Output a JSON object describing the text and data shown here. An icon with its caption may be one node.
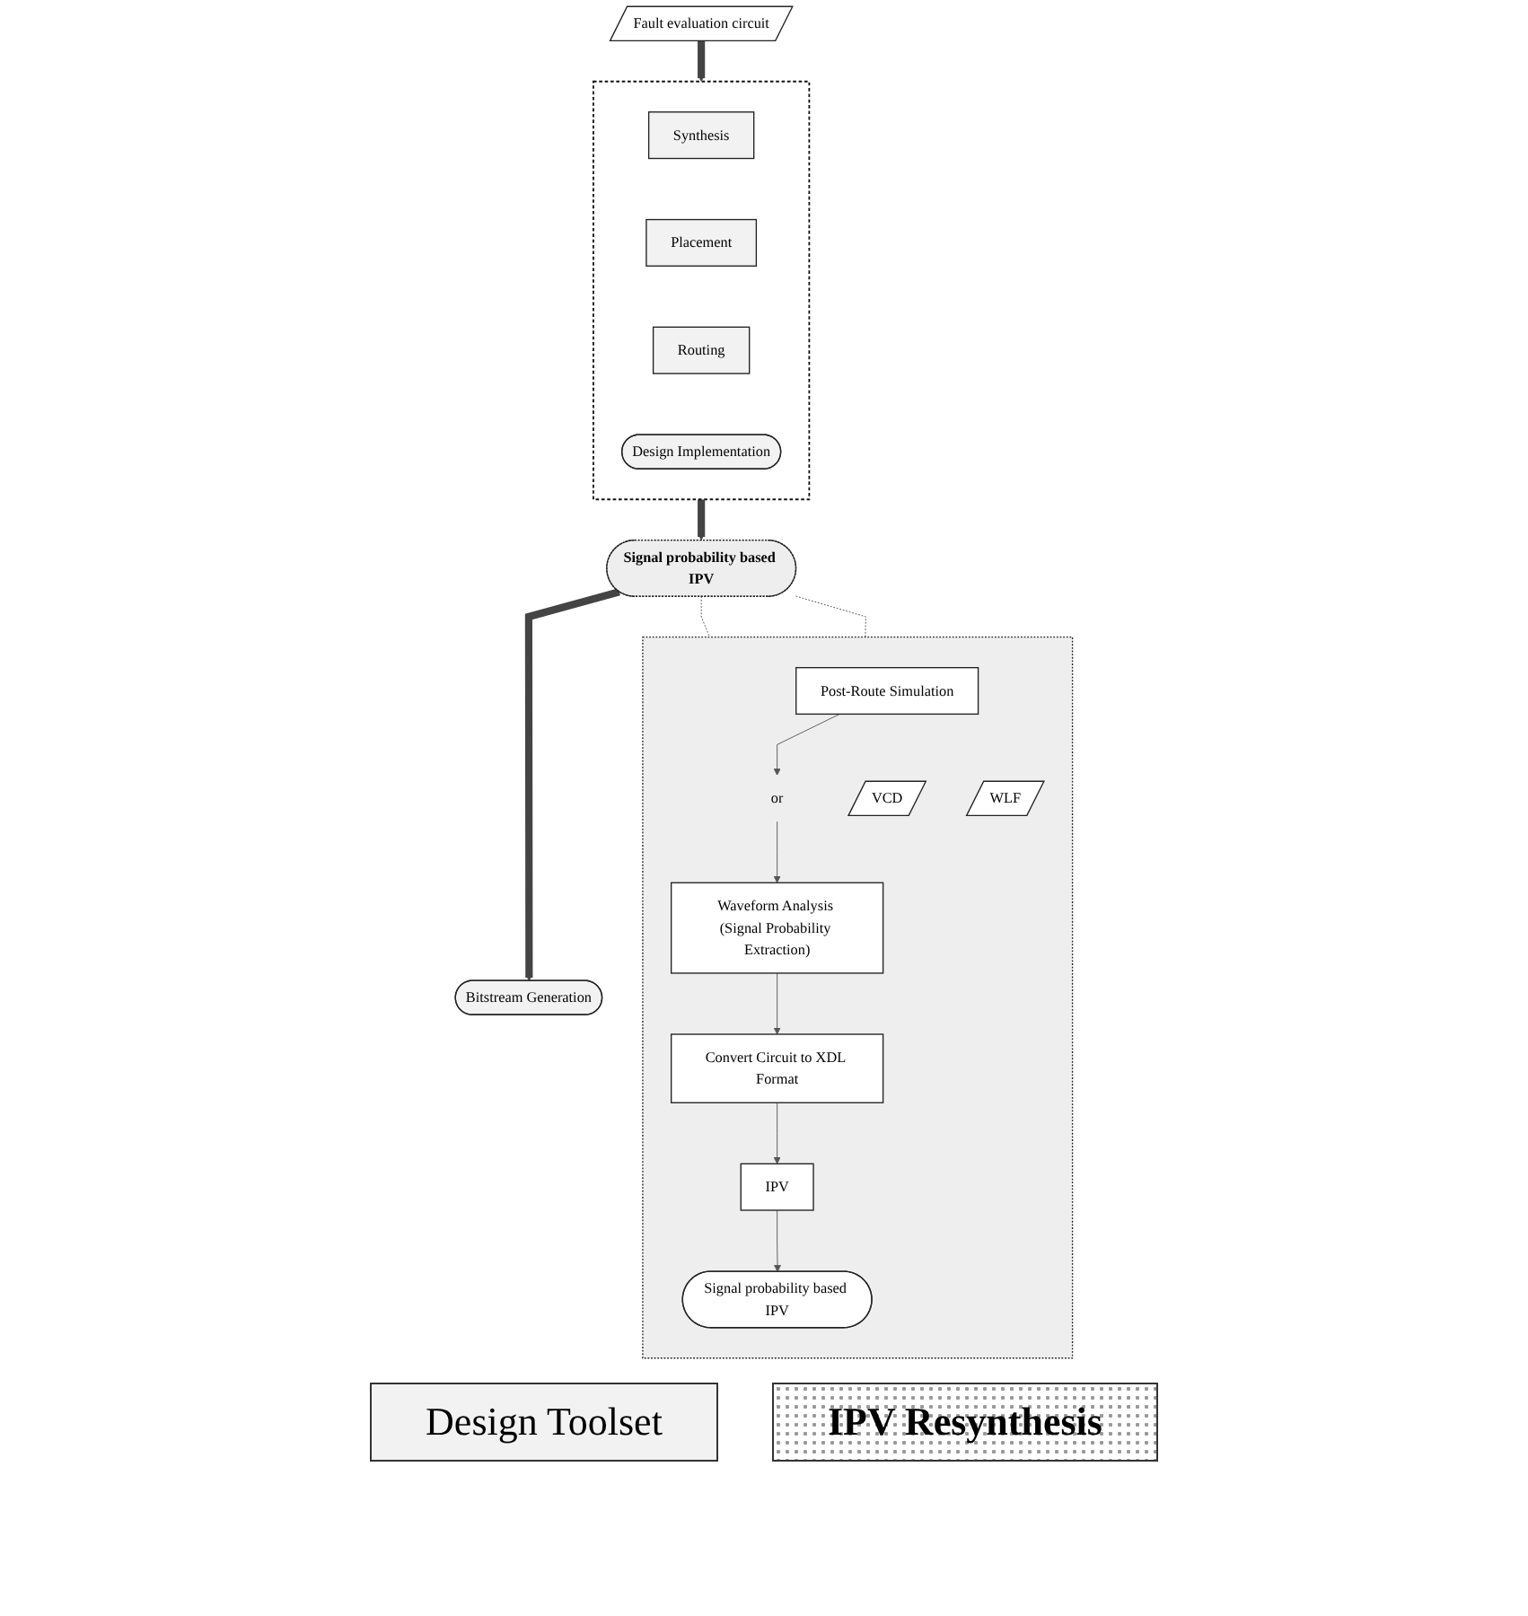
{
  "diagram": {
    "nodes": [
      {
        "text": [
          "Fault evaluation circuit"
        ]
      },
      {
        "text": [],
        "shape": "box"
      },
      {
        "text": [
          "Synthesis"
        ],
        "in": 1
      },
      {
        "text": [
          "Placement"
        ],
        "in": 1
      },
      {
        "text": [
          "Routing"
        ],
        "in": 1
      },
      {
        "text": [
          "Design Implementation"
        ],
        "in": 1
      },
      {
        "text": [
          "Signal probability based IPV"
        ]
      },
      {
        "text": [
          "Bitstream Generation"
        ]
      },
      {
        "text": [],
        "shape": "box"
      },
      {
        "text": [
          "Post-Route Simulation"
        ],
        "in": 8
      },
      {
        "text": [
          "VCD"
        ],
        "in": 8
      },
      {
        "text": [
          "or"
        ],
        "in": 8
      },
      {
        "text": [
          "WLF"
        ],
        "in": 8
      },
      {
        "text": [
          "Waveform Analysis (Signal Probability Extraction)"
        ],
        "in": 8
      },
      {
        "text": [
          "Convert Circuit to XDL Format"
        ],
        "in": 8
      },
      {
        "text": [
          "IPV"
        ],
        "in": 8
      },
      {
        "text": [
          "Signal probability based IPV"
        ],
        "in": 8
      }
    ],
    "edges": [
      {
        "from": 0,
        "to": 1,
        "arrow": "to",
        "style": "thick"
      },
      {
        "from": 1,
        "to": 6,
        "arrow": "to",
        "style": "thick"
      },
      {
        "from": 6,
        "to": 7,
        "arrow": "to",
        "style": "thick"
      },
      {
        "from": 6,
        "to": 8,
        "arrow": "none",
        "style": "dashed"
      },
      {
        "from": 6,
        "to": 8,
        "arrow": "none",
        "style": "dashed"
      },
      {
        "from": 9,
        "to": 11,
        "arrow": "to"
      },
      {
        "from": 11,
        "to": 13,
        "arrow": "to"
      },
      {
        "from": 13,
        "to": 14,
        "arrow": "to"
      },
      {
        "from": 14,
        "to": 15,
        "arrow": "to"
      },
      {
        "from": 15,
        "to": 16,
        "arrow": "to"
      }
    ],
    "legend": [
      {
        "text": "Design Toolset",
        "color": "#f2f2f2"
      },
      {
        "text": "IPV Resynthesis"
      }
    ]
  }
}
